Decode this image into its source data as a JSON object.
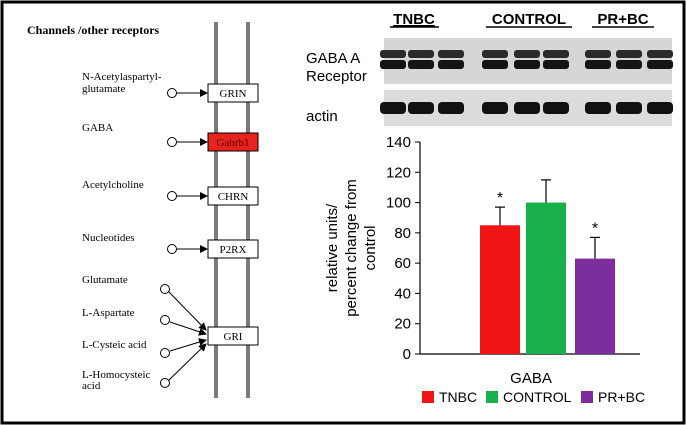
{
  "pathway": {
    "title": "Channels /other receptors",
    "receptors": [
      {
        "label": "GRIN",
        "highlighted": false
      },
      {
        "label": "Gabrb1",
        "highlighted": true
      },
      {
        "label": "CHRN",
        "highlighted": false
      },
      {
        "label": "P2RX",
        "highlighted": false
      },
      {
        "label": "GRI",
        "highlighted": false
      }
    ],
    "ligands": [
      {
        "line1": "N-Acetylaspartyl-",
        "line2": "glutamate",
        "target": 0
      },
      {
        "line1": "GABA",
        "line2": "",
        "target": 1
      },
      {
        "line1": "Acetylcholine",
        "line2": "",
        "target": 2
      },
      {
        "line1": "Nucleotides",
        "line2": "",
        "target": 3
      },
      {
        "line1": "Glutamate",
        "line2": "",
        "target": 4
      },
      {
        "line1": "L-Aspartate",
        "line2": "",
        "target": 4
      },
      {
        "line1": "L-Cysteic acid",
        "line2": "",
        "target": 4
      },
      {
        "line1": "L-Homocysteic",
        "line2": "acid",
        "target": 4
      }
    ],
    "highlight_color": "#e8221c"
  },
  "blot": {
    "group_labels": [
      "TNBC",
      "CONTROL",
      "PR+BC"
    ],
    "row_labels": {
      "receptor_line1": "GABA A",
      "receptor_line2": "Receptor",
      "actin": "actin"
    }
  },
  "chart_data": {
    "type": "bar",
    "categories": [
      "TNBC",
      "CONTROL",
      "PR+BC"
    ],
    "values": [
      85,
      100,
      63
    ],
    "errors": [
      12,
      15,
      14
    ],
    "significance": [
      "*",
      "",
      "*"
    ],
    "colors": [
      "#f01414",
      "#17b04b",
      "#7b2e9c"
    ],
    "xlabel": "GABA",
    "ylabel_lines": [
      "relative units/",
      "percent change from",
      "control"
    ],
    "ylim": [
      0,
      140
    ],
    "yticks": [
      0,
      20,
      40,
      60,
      80,
      100,
      120,
      140
    ],
    "legend": [
      "TNBC",
      "CONTROL",
      "PR+BC"
    ],
    "legend_position": "bottom",
    "grid": false
  }
}
